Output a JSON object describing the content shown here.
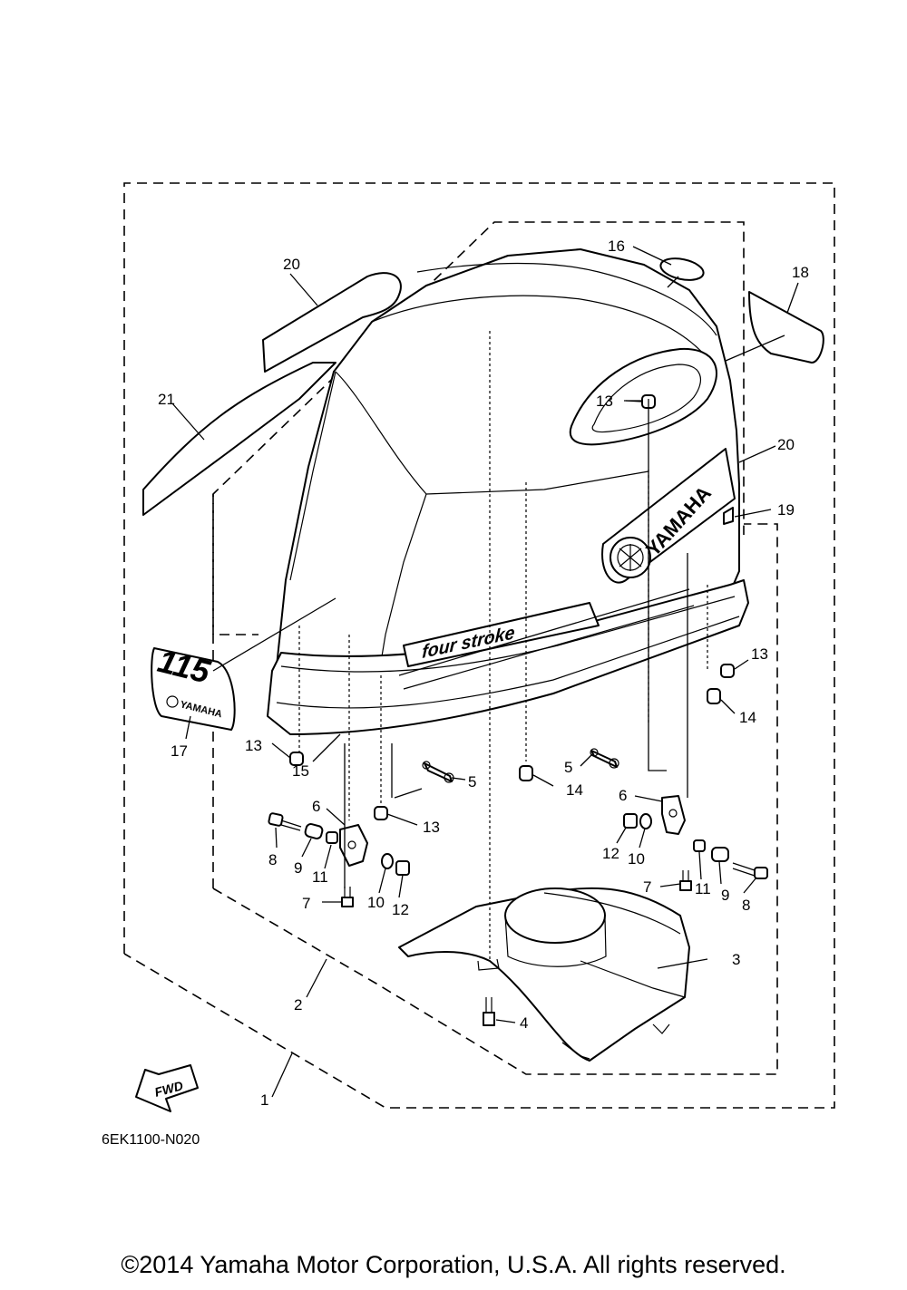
{
  "diagram": {
    "code": "6EK1100-N020",
    "fwd_label": "FWD",
    "decals": {
      "brand": "YAMAHA",
      "model_number": "115",
      "stripe_text": "four stroke",
      "small_brand": "YAMAHA"
    },
    "callouts": {
      "c1": "1",
      "c2": "2",
      "c3": "3",
      "c4": "4",
      "c5a": "5",
      "c5b": "5",
      "c6a": "6",
      "c6b": "6",
      "c7a": "7",
      "c7b": "7",
      "c8a": "8",
      "c8b": "8",
      "c9a": "9",
      "c9b": "9",
      "c10a": "10",
      "c10b": "10",
      "c11a": "11",
      "c11b": "11",
      "c12a": "12",
      "c12b": "12",
      "c13a": "13",
      "c13b": "13",
      "c13c": "13",
      "c13d": "13",
      "c14a": "14",
      "c14b": "14",
      "c15": "15",
      "c16": "16",
      "c17": "17",
      "c18": "18",
      "c19": "19",
      "c20a": "20",
      "c20b": "20",
      "c21": "21"
    }
  },
  "footer": {
    "copyright": "©2014 Yamaha Motor Corporation, U.S.A. All rights reserved."
  }
}
